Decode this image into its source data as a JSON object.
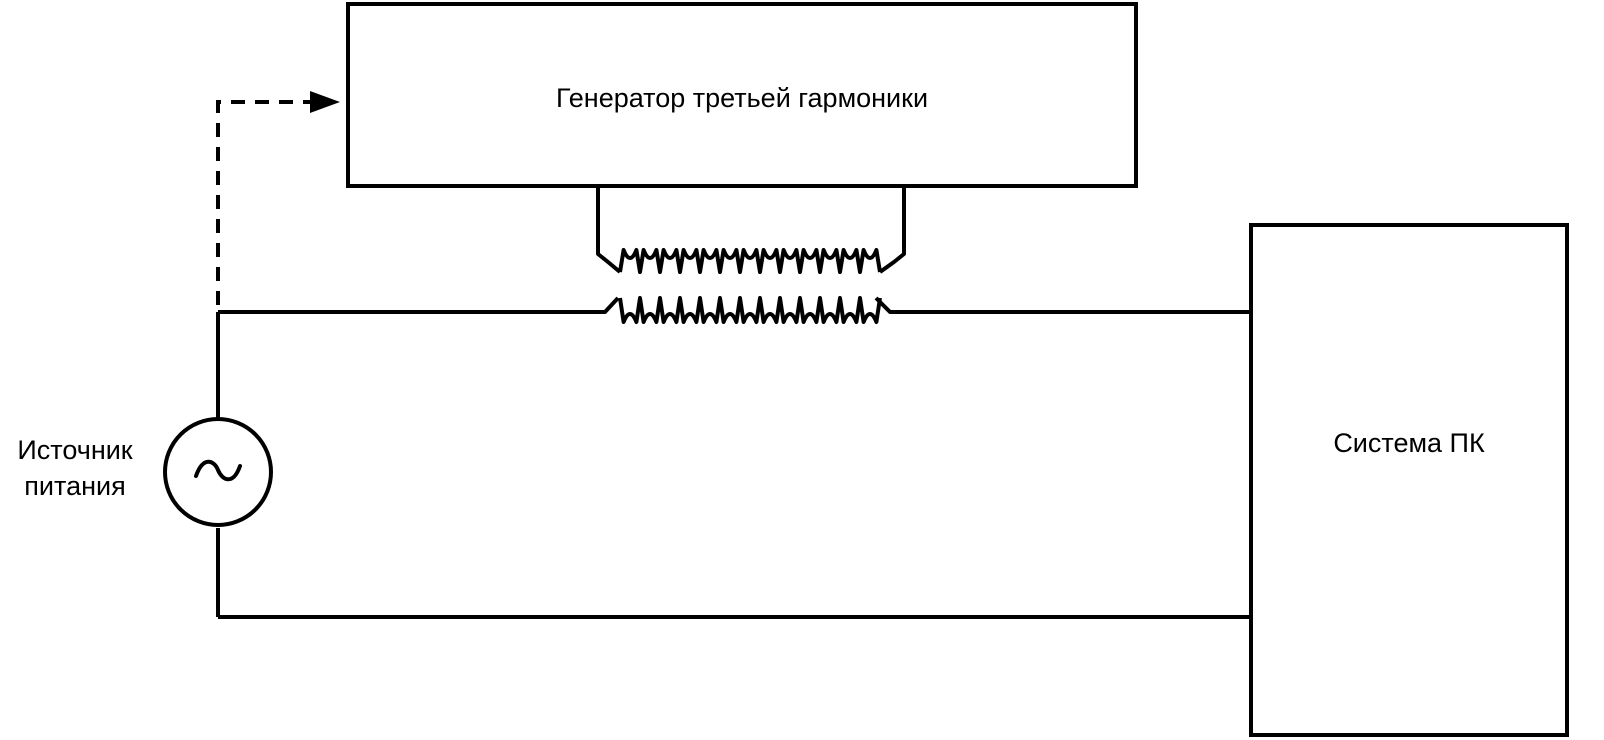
{
  "diagram": {
    "generator": {
      "label": "Генератор третьей гармоники"
    },
    "pc_system": {
      "label": "Система ПК"
    },
    "power_source": {
      "label_line1": "Источник",
      "label_line2": "питания",
      "symbol": "~"
    },
    "colors": {
      "stroke": "#000000",
      "background": "#ffffff"
    },
    "coupler": {
      "turns": 13
    }
  }
}
